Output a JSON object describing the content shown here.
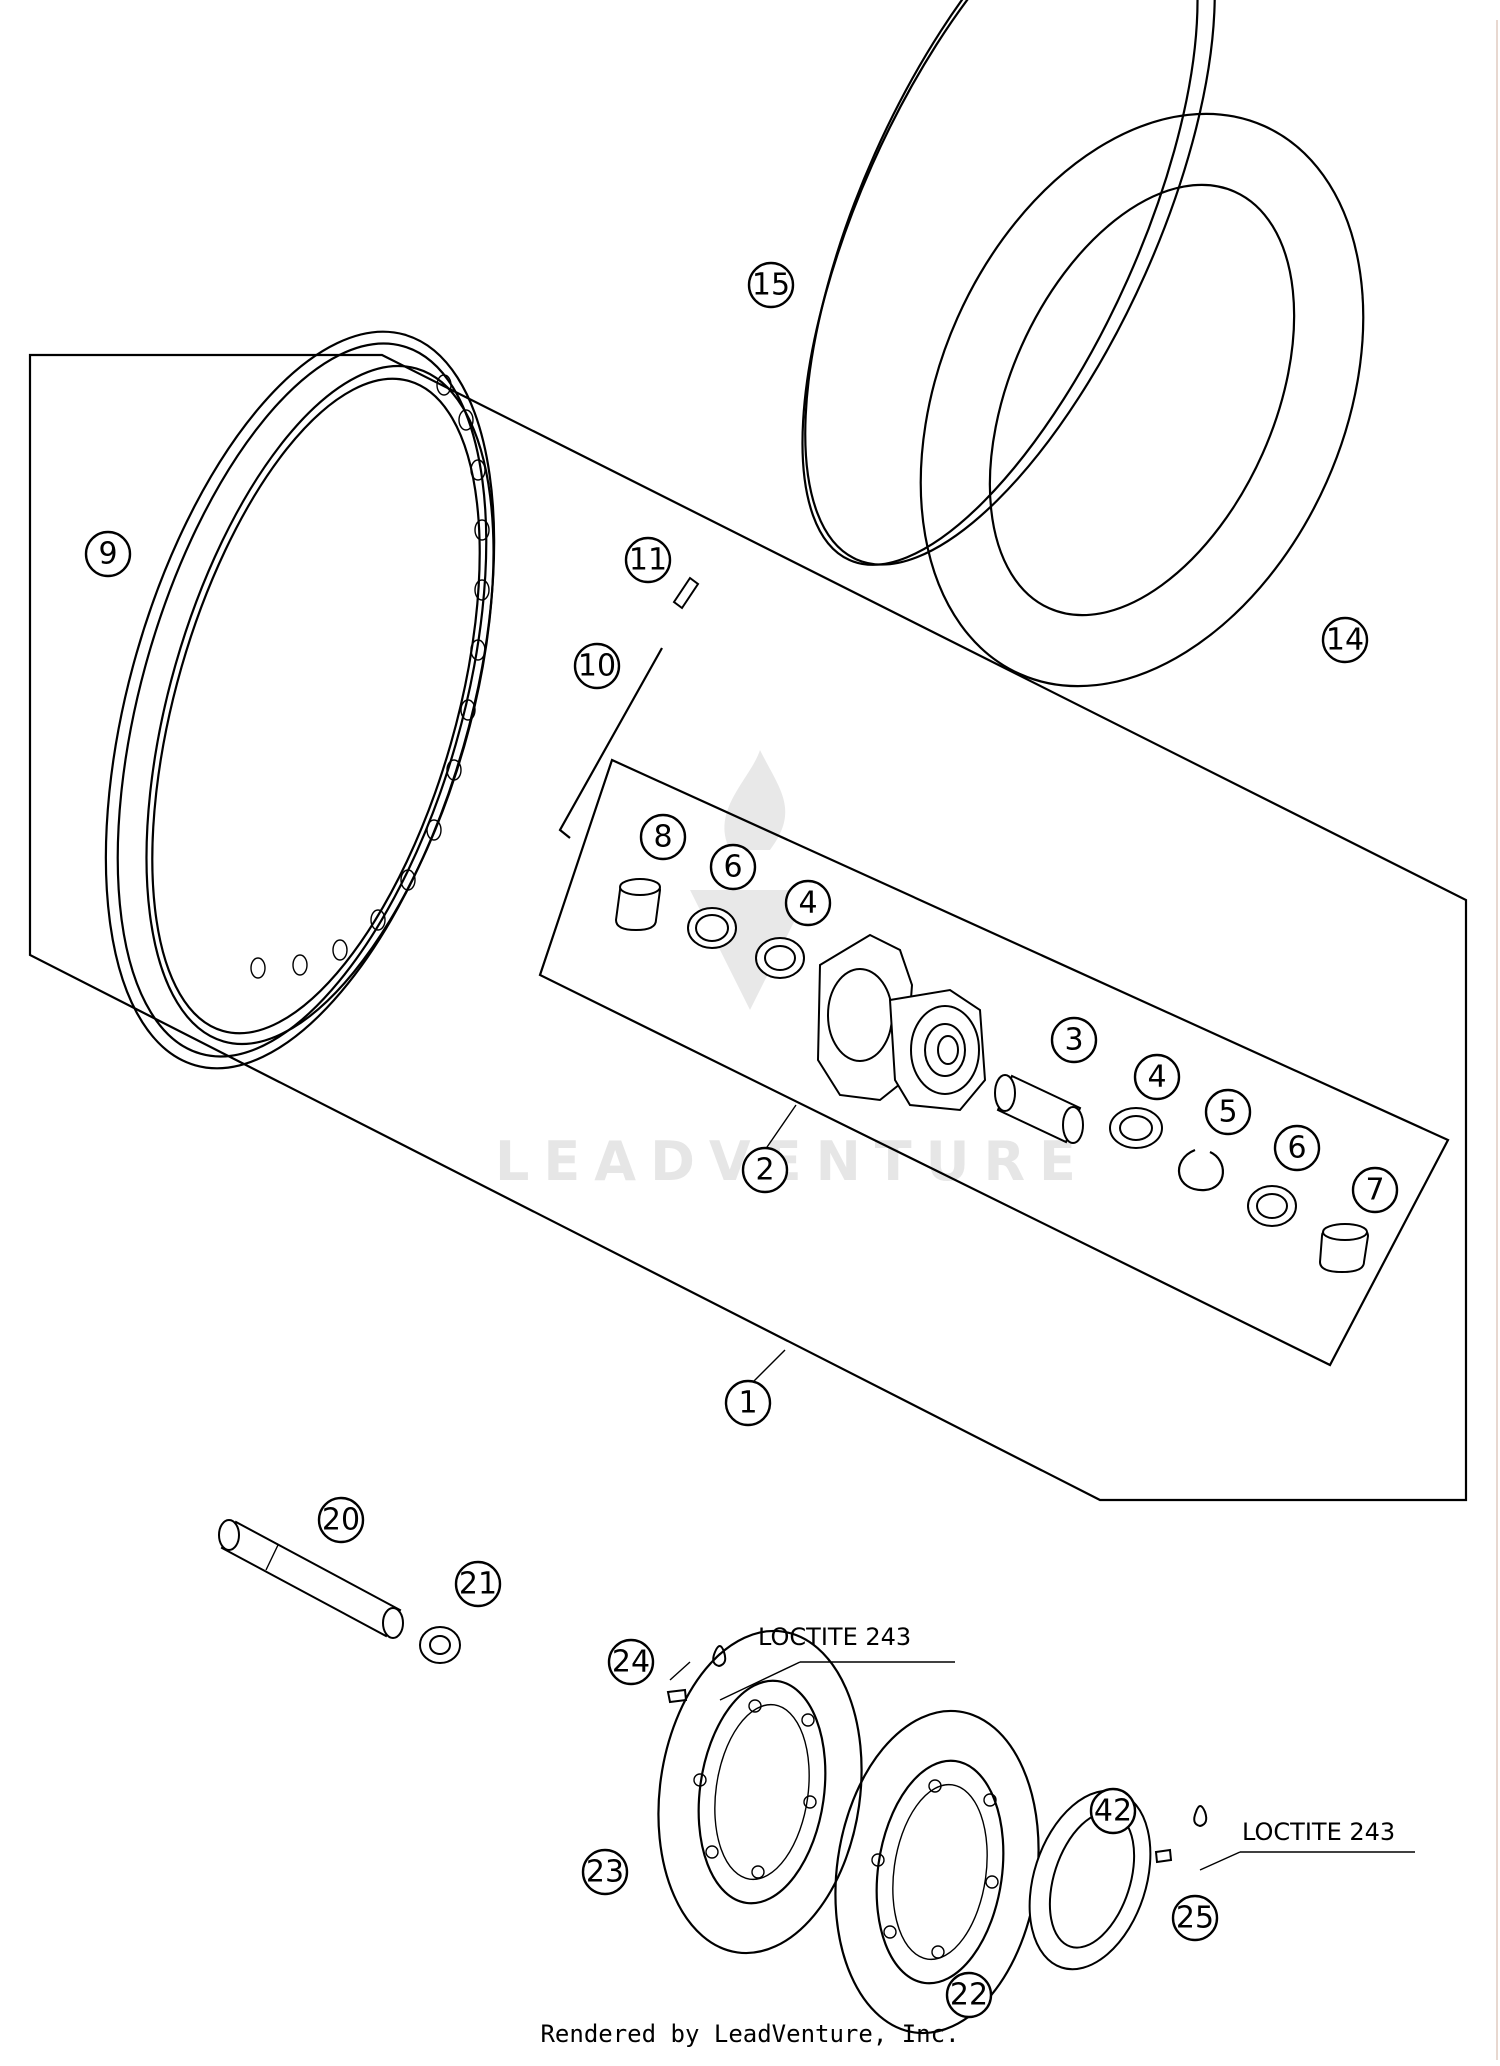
{
  "watermark": {
    "text": "LEADVENTURE"
  },
  "footer": {
    "text": "Rendered by LeadVenture, Inc."
  },
  "notes": {
    "loctite_1": "LOCTITE 243",
    "loctite_2": "LOCTITE 243"
  },
  "callouts": {
    "c1": "1",
    "c2": "2",
    "c3": "3",
    "c4a": "4",
    "c4b": "4",
    "c5": "5",
    "c6a": "6",
    "c6b": "6",
    "c7": "7",
    "c8": "8",
    "c9": "9",
    "c10": "10",
    "c11": "11",
    "c14": "14",
    "c15": "15",
    "c20": "20",
    "c21": "21",
    "c22": "22",
    "c23": "23",
    "c24": "24",
    "c25": "25",
    "c42": "42"
  }
}
